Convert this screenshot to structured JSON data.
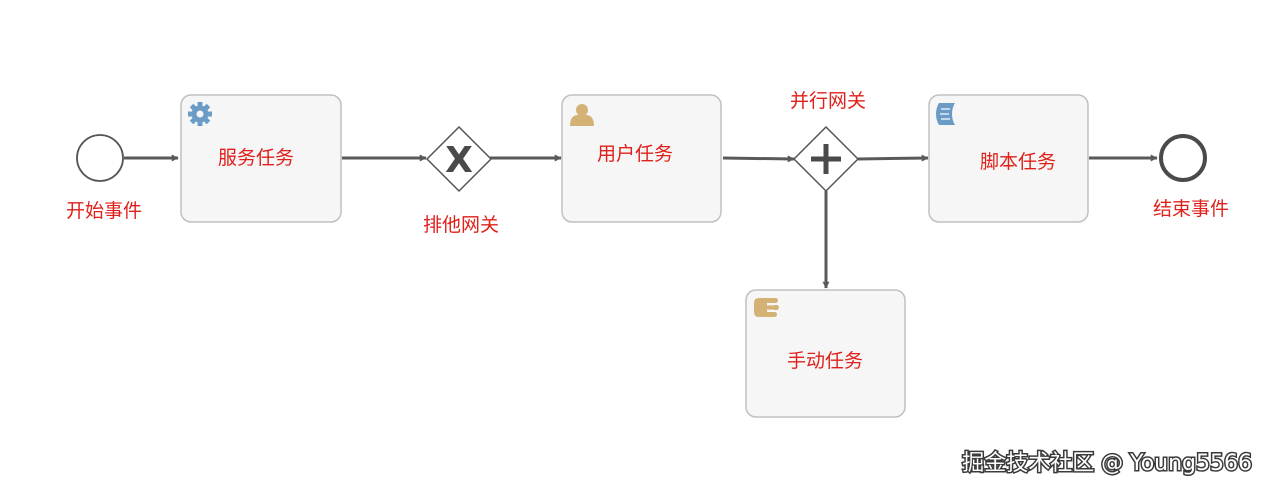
{
  "colors": {
    "label_text": "#e0201a",
    "flow_line": "#5a5a5a",
    "task_fill": "#f6f6f6",
    "task_border": "#c0c0c0",
    "service_icon": "#6a9cc7",
    "user_icon": "#d4b275",
    "manual_icon": "#d4b275",
    "script_icon": "#6a9cc7"
  },
  "nodes": {
    "start_event": {
      "label": "开始事件"
    },
    "service_task": {
      "label": "服务任务",
      "icon": "gear-icon"
    },
    "exclusive_gateway": {
      "label": "排他网关",
      "symbol": "X"
    },
    "user_task": {
      "label": "用户任务",
      "icon": "user-icon"
    },
    "parallel_gateway": {
      "label": "并行网关",
      "symbol": "+"
    },
    "script_task": {
      "label": "脚本任务",
      "icon": "script-icon"
    },
    "end_event": {
      "label": "结束事件"
    },
    "manual_task": {
      "label": "手动任务",
      "icon": "hand-icon"
    }
  },
  "watermark": {
    "text": "掘金技术社区 @ Young5566"
  }
}
